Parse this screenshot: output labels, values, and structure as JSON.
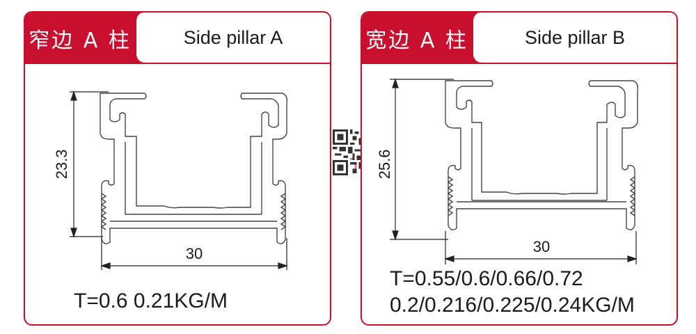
{
  "left_card": {
    "title_cn": "窄边 A 柱",
    "title_en": "Side pillar A",
    "height_dim": "23.3",
    "width_dim": "30",
    "spec_line": "T=0.6   0.21KG/M"
  },
  "right_card": {
    "title_cn": "宽边 A 柱",
    "title_en": "Side pillar B",
    "height_dim": "25.6",
    "width_dim": "30",
    "spec_line1": "T=0.55/0.6/0.66/0.72",
    "spec_line2": "0.2/0.216/0.225/0.24KG/M"
  },
  "colors": {
    "accent": "#c8102e",
    "line": "#444444"
  },
  "icons": [
    "qr-code-icon"
  ]
}
